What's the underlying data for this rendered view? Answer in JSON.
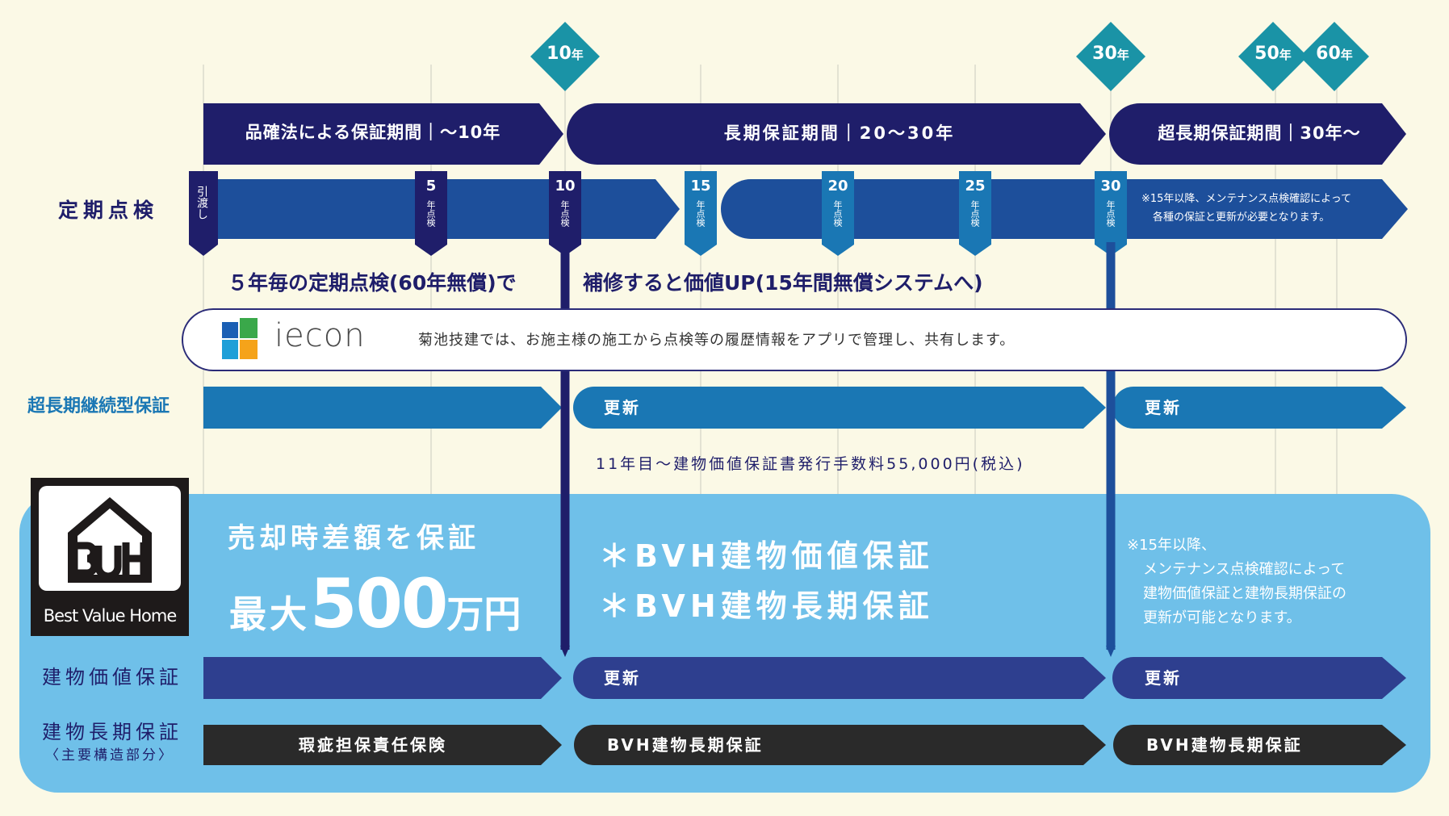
{
  "colors": {
    "background": "#fbf9e6",
    "navy": "#1f1e6a",
    "royal": "#1d4f9b",
    "teal": "#1a93a6",
    "blue": "#1a77b4",
    "bvh_bar": "#2e3f8f",
    "dark": "#2a2a2a",
    "light_blue_panel": "#6fc0e9",
    "white": "#ffffff",
    "gridline": "#d3d3c6"
  },
  "milestones": {
    "y10": "10",
    "y30": "30",
    "y50": "50",
    "y60": "60",
    "unit": "年"
  },
  "periods": {
    "p1": "品確法による保証期間｜～10年",
    "p2": "長期保証期間｜20～30年",
    "p3": "超長期保証期間｜30年～"
  },
  "inspection": {
    "label": "定期点検",
    "handover": "引渡し",
    "items": [
      {
        "num": "5",
        "sub": "年点検"
      },
      {
        "num": "10",
        "sub": "年点検"
      },
      {
        "num": "15",
        "sub": "年点検"
      },
      {
        "num": "20",
        "sub": "年点検"
      },
      {
        "num": "25",
        "sub": "年点検"
      },
      {
        "num": "30",
        "sub": "年点検"
      }
    ],
    "note_line1": "※15年以降、メンテナンス点検確認によって",
    "note_line2": "各種の保証と更新が必要となります。"
  },
  "value_up": {
    "left": "５年毎の定期点検(60年無償)で",
    "right": "補修すると価値UP(15年間無償システムへ)"
  },
  "iecon": {
    "logo": "iecon",
    "text": "菊池技建では、お施主様の施工から点検等の履歴情報をアプリで管理し、共有します。"
  },
  "super_long": {
    "label": "超長期継続型保証",
    "renew1": "更新",
    "renew2": "更新",
    "fee": "11年目～建物価値保証書発行手数料55,000円(税込)"
  },
  "bvh": {
    "logo_caption": "Best Value Home",
    "sale_line1": "売却時差額を保証",
    "sale_prefix": "最大",
    "sale_amount": "500",
    "sale_unit": "万円",
    "guarantee1": "＊BVH建物価値保証",
    "guarantee2": "＊BVH建物長期保証",
    "note_line1": "※15年以降、",
    "note_line2": "メンテナンス点検確認によって",
    "note_line3": "建物価値保証と建物長期保証の",
    "note_line4": "更新が可能となります。"
  },
  "building_value": {
    "label": "建物価値保証",
    "renew1": "更新",
    "renew2": "更新"
  },
  "building_long": {
    "label": "建物長期保証",
    "sublabel": "〈主要構造部分〉",
    "seg1": "瑕疵担保責任保険",
    "seg2": "BVH建物長期保証",
    "seg3": "BVH建物長期保証"
  }
}
